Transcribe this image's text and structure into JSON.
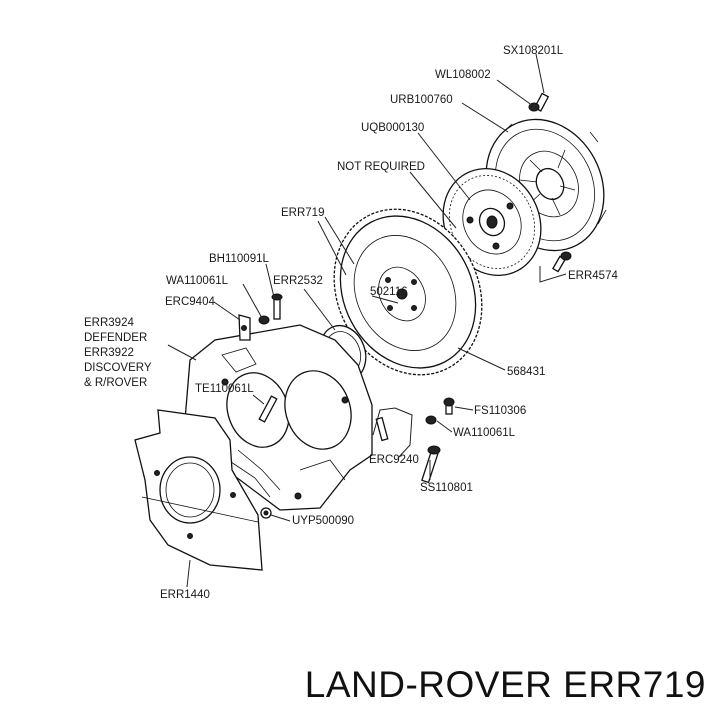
{
  "labels": {
    "sx108201l": "SX108201L",
    "wl108002": "WL108002",
    "urb100760": "URB100760",
    "uqb000130": "UQB000130",
    "not_required": "NOT REQUIRED",
    "err719": "ERR719",
    "bh110091l": "BH110091L",
    "wa110061l_left": "WA110061L",
    "err2532": "ERR2532",
    "erc9404": "ERC9404",
    "s502116": "502116",
    "err4574": "ERR4574",
    "err3924": "ERR3924",
    "defender": "DEFENDER",
    "err3922": "ERR3922",
    "discovery": "DISCOVERY",
    "r_rover": "& R/ROVER",
    "p568431": "568431",
    "te110061l": "TE110061L",
    "fs110306": "FS110306",
    "wa110061l_right": "WA110061L",
    "erc9240": "ERC9240",
    "ss110801": "SS110801",
    "uyp500090": "UYP500090",
    "err1440": "ERR1440"
  },
  "footer": {
    "title": "LAND-ROVER ERR719"
  }
}
